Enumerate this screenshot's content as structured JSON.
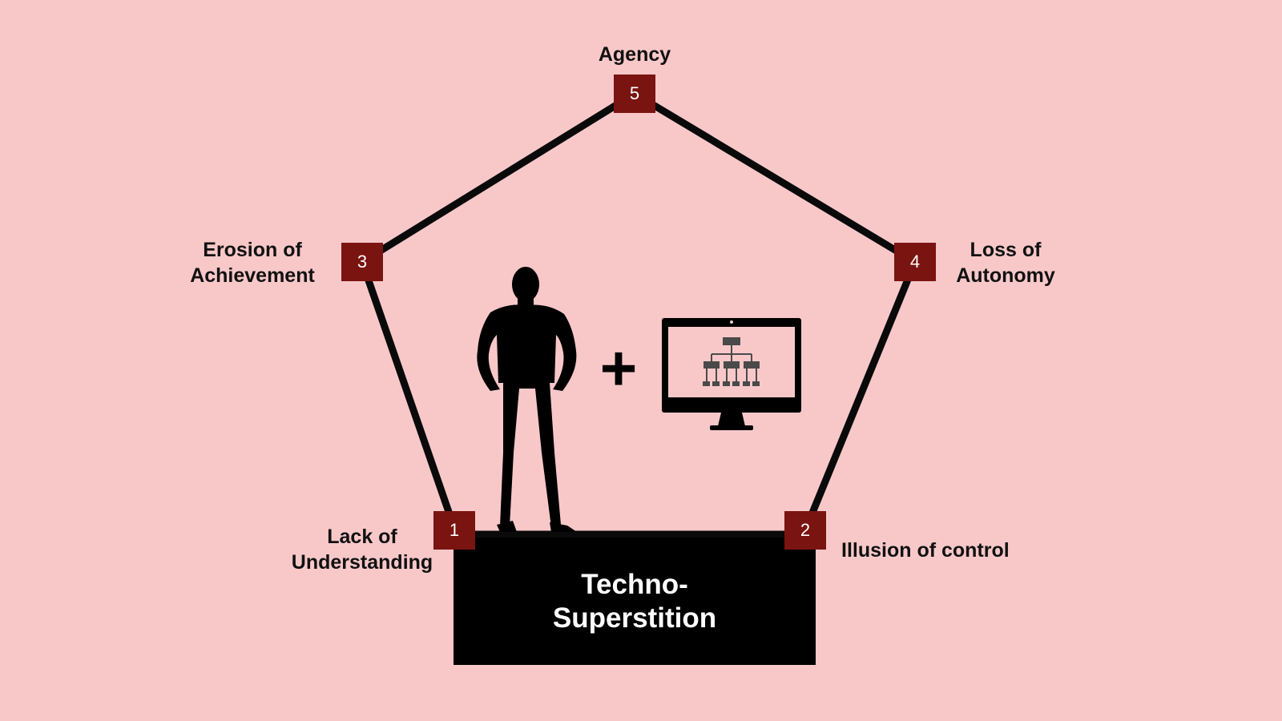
{
  "diagram": {
    "nodes": [
      {
        "id": "1",
        "number": "1",
        "label_lines": [
          "Lack of",
          "Understanding"
        ]
      },
      {
        "id": "2",
        "number": "2",
        "label_lines": [
          "Illusion of control"
        ]
      },
      {
        "id": "3",
        "number": "3",
        "label_lines": [
          "Erosion of",
          "Achievement"
        ]
      },
      {
        "id": "4",
        "number": "4",
        "label_lines": [
          "Loss of",
          "Autonomy"
        ]
      },
      {
        "id": "5",
        "number": "5",
        "label_lines": [
          "Agency"
        ]
      }
    ],
    "edges": [
      [
        "1",
        "2"
      ],
      [
        "2",
        "4"
      ],
      [
        "4",
        "5"
      ],
      [
        "5",
        "3"
      ],
      [
        "3",
        "1"
      ]
    ],
    "base": {
      "title_lines": [
        "Techno-",
        "Superstition"
      ]
    },
    "plus_sign": "+",
    "icons": [
      "person-silhouette-icon",
      "monitor-org-chart-icon"
    ],
    "colors": {
      "background": "#f8c8c9",
      "node_fill": "#7a1411",
      "edge": "#0a0a0a",
      "base_fill": "#000000"
    }
  }
}
